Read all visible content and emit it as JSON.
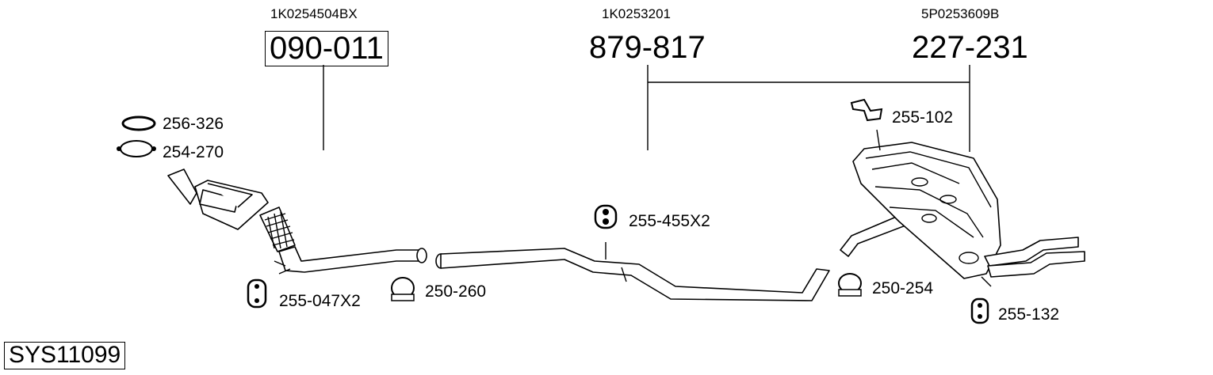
{
  "header": {
    "oem_codes": [
      "1K0254504BX",
      "1K0253201",
      "5P0253609B"
    ],
    "main_parts": [
      "090-011",
      "879-817",
      "227-231"
    ]
  },
  "accessories": {
    "gasket": "256-326",
    "flange_clamp": "254-270",
    "hanger_catalyst": "255-047X2",
    "clamp_front": "250-260",
    "hanger_middle": "255-455X2",
    "clamp_rear": "250-254",
    "bracket_rear": "255-102",
    "hanger_rear": "255-132"
  },
  "system_code": "SYS11099"
}
